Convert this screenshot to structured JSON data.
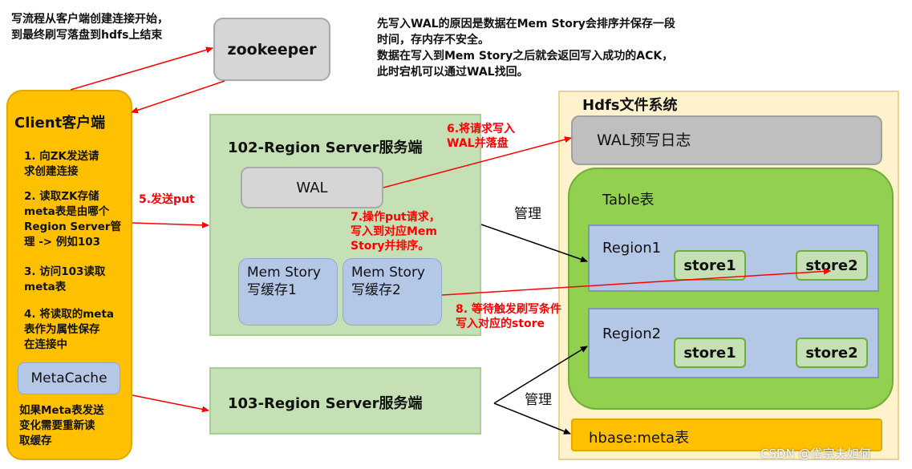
{
  "notes": {
    "top_left": "写流程从客户端创建连接开始，\n到最终刷写落盘到hdfs上结束",
    "top_right": "先写入WAL的原因是数据在Mem Story会排序并保存一段\n时间，存内存不安全。\n数据在写入到Mem Story之后就会返回写入成功的ACK，\n此时宕机可以通过WAL找回。"
  },
  "zookeeper": "zookeeper",
  "client": {
    "title": "Client客户端",
    "steps": [
      "1. 向ZK发送请\n求创建连接",
      "2. 读取ZK存储\nmeta表是由哪个\nRegion Server管\n理 -> 例如103",
      "3. 访问103读取\nmeta表",
      "4. 将读取的meta\n表作为属性保存\n在连接中"
    ],
    "metacache": "MetaCache",
    "footer": "如果Meta表发送\n变化需要重新读\n取缓存"
  },
  "rs102": {
    "title": "102-Region Server服务端",
    "wal": "WAL",
    "mem1": "Mem Story\n写缓存1",
    "mem2": "Mem Story\n写缓存2"
  },
  "rs103": {
    "title": "103-Region Server服务端"
  },
  "arrows": {
    "put": "5.发送put",
    "wal_write": "6.将请求写入\nWAL并落盘",
    "op_put": "7.操作put请求，\n写入到对应Mem\nStory并排序。",
    "flush": "8. 等待触发刷写条件\n写入对应的store",
    "manage1": "管理",
    "manage2": "管理"
  },
  "hdfs": {
    "title": "Hdfs文件系统",
    "wal_log": "WAL预写日志",
    "table": "Table表",
    "region1": {
      "name": "Region1",
      "store1": "store1",
      "store2": "store2"
    },
    "region2": {
      "name": "Region2",
      "store1": "store1",
      "store2": "store2"
    },
    "meta": "hbase:meta表"
  },
  "watermark": "CSDN @岱宗夫如何"
}
